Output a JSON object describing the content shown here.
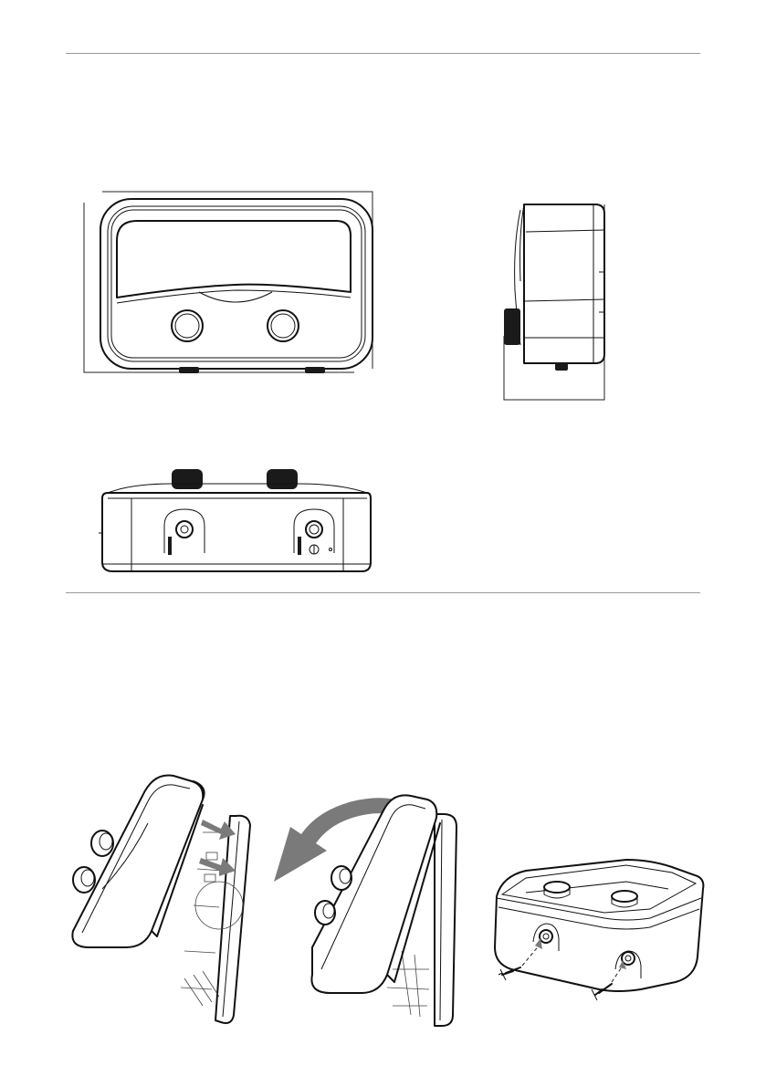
{
  "page": {
    "background": "#ffffff",
    "rule_color": "#9a9a9a",
    "line_color": "#111111",
    "arrow_color": "#7a7a7a"
  },
  "figures": {
    "front_view": {
      "icon": "appliance-front-view"
    },
    "side_view": {
      "icon": "appliance-side-view"
    },
    "bottom_view": {
      "icon": "appliance-bottom-view"
    },
    "step_remove_cover": {
      "icon": "cover-lift-off-illustration"
    },
    "step_open_cover": {
      "icon": "cover-rotate-illustration"
    },
    "step_fix_screws": {
      "icon": "screw-fixing-illustration"
    }
  }
}
